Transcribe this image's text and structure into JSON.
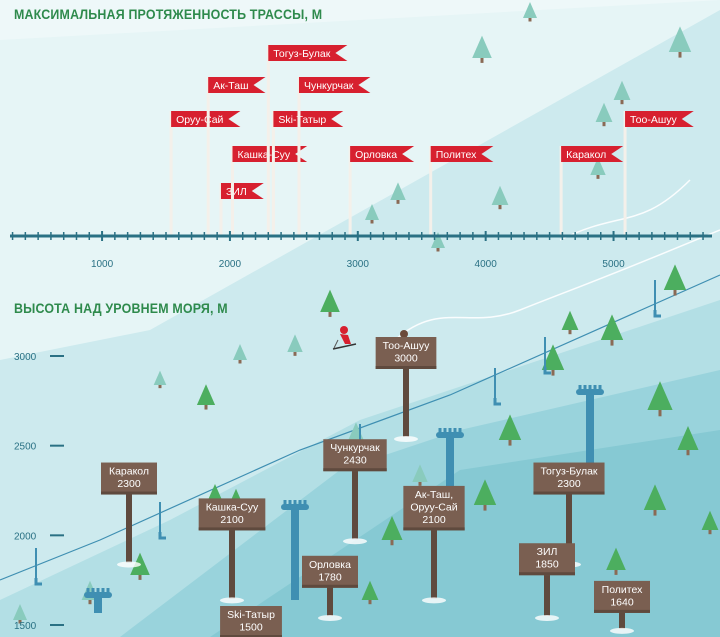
{
  "titles": {
    "length": "МАКСИМАЛЬНАЯ ПРОТЯЖЕННОСТЬ ТРАССЫ, М",
    "altitude": "ВЫСОТА НАД УРОВНЕМ МОРЯ, М"
  },
  "colors": {
    "title": "#2e8a4c",
    "flag": "#d7202f",
    "pole": "#f4f0ea",
    "axis": "#2a7184",
    "sign": "#7a5f51",
    "sign_dark": "#5f4a3e",
    "tree_dark": "#4cae5f",
    "tree_light": "#89cbbd",
    "lift": "#3f8fb2"
  },
  "chart_data": [
    {
      "type": "scatter",
      "title": "МАКСИМАЛЬНАЯ ПРОТЯЖЕННОСТЬ ТРАССЫ, М",
      "xlim": [
        280,
        5770
      ],
      "x_ticks": [
        1000,
        2000,
        3000,
        4000,
        5000
      ],
      "legend": "none",
      "grid": false,
      "points": [
        {
          "name": "Оруу-Сай",
          "x": 1540
        },
        {
          "name": "Ак-Таш",
          "x": 1830
        },
        {
          "name": "ЗИЛ",
          "x": 1930
        },
        {
          "name": "Кашка-Суу",
          "x": 2020
        },
        {
          "name": "Тогуз-Булак",
          "x": 2300
        },
        {
          "name": "Ski-Татыр",
          "x": 2340
        },
        {
          "name": "Чункурчак",
          "x": 2540
        },
        {
          "name": "Орловка",
          "x": 2940
        },
        {
          "name": "Политех",
          "x": 3570
        },
        {
          "name": "Каракол",
          "x": 4590
        },
        {
          "name": "Тоо-Ашуу",
          "x": 5090
        }
      ]
    },
    {
      "type": "scatter",
      "title": "ВЫСОТА НАД УРОВНЕМ МОРЯ, М",
      "ylim": [
        1460,
        3070
      ],
      "y_ticks": [
        1500,
        2000,
        2500,
        3000
      ],
      "legend": "none",
      "grid": false,
      "points": [
        {
          "name": "Тоо-Ашуу",
          "y": 3000
        },
        {
          "name": "Чункурчак",
          "y": 2430
        },
        {
          "name": "Каракол",
          "y": 2300
        },
        {
          "name": "Тогуз-Булак",
          "y": 2300
        },
        {
          "name": "Кашка-Суу",
          "y": 2100
        },
        {
          "name": "Ак-Таш,\nОруу-Сай",
          "y": 2100
        },
        {
          "name": "ЗИЛ",
          "y": 1850
        },
        {
          "name": "Орловка",
          "y": 1780
        },
        {
          "name": "Политех",
          "y": 1640
        },
        {
          "name": "Ski-Татыр",
          "y": 1500
        }
      ]
    }
  ]
}
